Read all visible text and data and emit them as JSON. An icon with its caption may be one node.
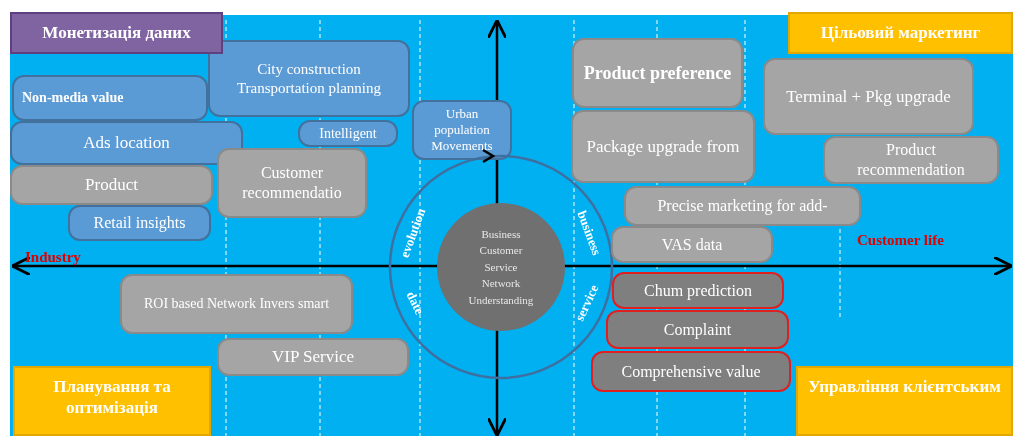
{
  "diagram": {
    "nodes": [
      {
        "text": [
          "Монетизація даних"
        ]
      },
      {
        "text": [
          "Цільовий маркетинг"
        ]
      },
      {
        "text": [
          "City construction Transportation planning"
        ]
      },
      {
        "text": [
          "Product preference"
        ]
      },
      {
        "text": [
          "Terminal + Pkg upgrade"
        ]
      },
      {
        "text": [
          "Non-media value"
        ]
      },
      {
        "text": [
          "Urban population Movements"
        ]
      },
      {
        "text": [
          "Ads location"
        ]
      },
      {
        "text": [
          "Package upgrade from"
        ]
      },
      {
        "text": [
          "Product recommendation"
        ]
      },
      {
        "text": [
          "Product"
        ]
      },
      {
        "text": [
          "Customer recommendatio"
        ]
      },
      {
        "text": [
          "Intelligent"
        ]
      },
      {
        "text": [
          "Retail insights"
        ]
      },
      {
        "text": [
          "Precise marketing for add-"
        ]
      },
      {
        "text": [
          "evolution",
          "business",
          "date",
          "service"
        ]
      },
      {
        "text": [
          "Business",
          "Customer",
          "Service",
          "Network",
          "Understanding"
        ],
        "in": 15
      },
      {
        "text": [
          "VAS data"
        ]
      },
      {
        "text": [
          "ROI based Network Invers smart"
        ]
      },
      {
        "text": [
          "Chum prediction"
        ]
      },
      {
        "text": [
          "Complaint"
        ]
      },
      {
        "text": [
          "VIP Service"
        ]
      },
      {
        "text": [
          "Comprehensive value"
        ]
      },
      {
        "text": [
          "Планування та оптимізація"
        ]
      },
      {
        "text": [
          "Управління клієнтським"
        ]
      }
    ],
    "labels": [
      "Industry",
      "Customer life"
    ]
  }
}
